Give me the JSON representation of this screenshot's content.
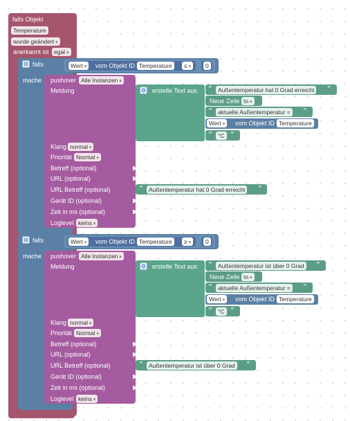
{
  "trigger": {
    "title": "falls Objekt",
    "object_id": "Temperature",
    "condition": "wurde geändert",
    "ack_label": "anerkannt ist",
    "ack_value": "egal"
  },
  "if_blocks": [
    {
      "falls_label": "falls",
      "mache_label": "mache",
      "compare": {
        "wert_field": "Wert",
        "vom_label": "vom Objekt ID",
        "object_id": "Temperature",
        "operator": "≤",
        "value": "0"
      },
      "pushover": {
        "title": "pushover",
        "instance": "Alle Instanzen",
        "meldung_label": "Meldung",
        "text_block": {
          "title": "erstelle Text aus",
          "line1": "Außentemperatur hat 0 Grad erreicht",
          "line2_label": "Neue Zeile",
          "line2_value": "\\n",
          "line3": "aktuelle Außentemperatur =",
          "line4_wert": "Wert",
          "line4_vom": "vom Objekt ID",
          "line4_id": "Temperature",
          "line5": "°C"
        },
        "klang_label": "Klang",
        "klang_value": "normal",
        "prio_label": "Priorität",
        "prio_value": "Normal",
        "betreff_label": "Betreff (optional)",
        "url_label": "URL (optional)",
        "url_betreff_label": "URL Betreff (optional)",
        "url_betreff_value": "Außentemperatur hat 0 Grad erreicht",
        "geraet_label": "Gerät ID (optional)",
        "zeit_label": "Zeit in ms (optional)",
        "loglevel_label": "Loglevel",
        "loglevel_value": "keins"
      }
    },
    {
      "falls_label": "falls",
      "mache_label": "mache",
      "compare": {
        "wert_field": "Wert",
        "vom_label": "vom Objekt ID",
        "object_id": "Temperature",
        "operator": "≥",
        "value": "0"
      },
      "pushover": {
        "title": "pushover",
        "instance": "Alle Instanzen",
        "meldung_label": "Meldung",
        "text_block": {
          "title": "erstelle Text aus",
          "line1": "Außentemperatur ist über 0 Grad",
          "line2_label": "Neue Zeile",
          "line2_value": "\\n",
          "line3": "aktuelle Außentemperatur =",
          "line4_wert": "Wert",
          "line4_vom": "vom Objekt ID",
          "line4_id": "Temperature",
          "line5": "°C"
        },
        "klang_label": "Klang",
        "klang_value": "normal",
        "prio_label": "Priorität",
        "prio_value": "Normal",
        "betreff_label": "Betreff (optional)",
        "url_label": "URL (optional)",
        "url_betreff_label": "URL Betreff (optional)",
        "url_betreff_value": "Außentemperatur ist über 0 Grad",
        "geraet_label": "Gerät ID (optional)",
        "zeit_label": "Zeit in ms (optional)",
        "loglevel_label": "Loglevel",
        "loglevel_value": "keins"
      }
    }
  ],
  "colors": {
    "trigger_block": "#a5556c",
    "logic_block": "#5b80a5",
    "pushover_block": "#a55ba0",
    "text_block": "#5ba58c"
  },
  "icons": [
    "gear-icon",
    "quote-icon",
    "chevron-down-icon"
  ]
}
